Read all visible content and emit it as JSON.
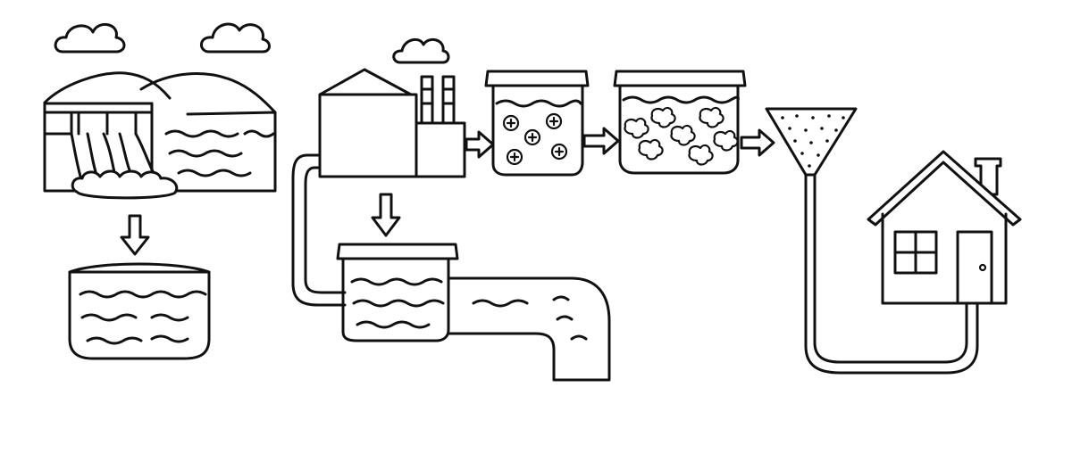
{
  "diagram": {
    "description_visible_text": "",
    "colors": {
      "line": "#111111",
      "background": "#ffffff"
    },
    "icons": [
      "cloud-icon",
      "hills-icon",
      "dam-icon",
      "waterfall-icon",
      "reservoir-icon",
      "arrow-down-icon",
      "factory-icon",
      "chimney-icon",
      "tank-icon",
      "arrow-right-icon",
      "funnel-filter-icon",
      "pipe-icon",
      "house-icon"
    ],
    "stages": [
      "dam-with-waterfall",
      "storage-reservoir",
      "treatment-plant",
      "collection-tank-with-pipe",
      "coagulation-tank",
      "flocculation-tank",
      "funnel-filter",
      "house"
    ]
  }
}
